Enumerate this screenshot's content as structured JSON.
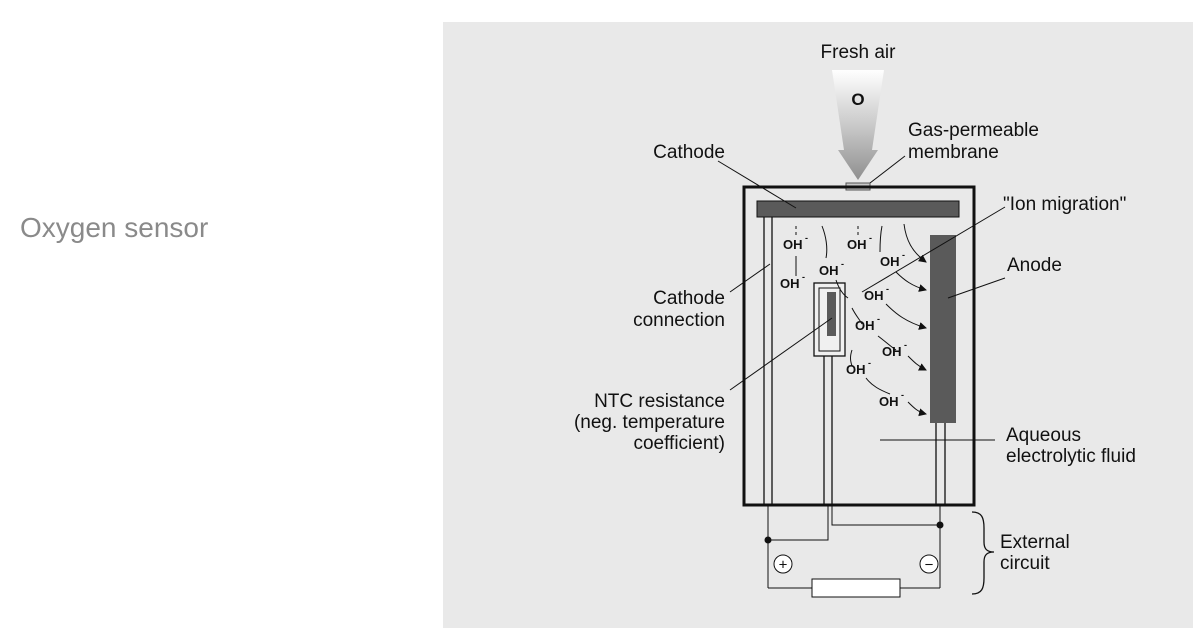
{
  "page": {
    "title": "Oxygen sensor"
  },
  "diagram": {
    "labels": {
      "fresh_air": "Fresh air",
      "oxygen_symbol": "O",
      "gas_membrane_1": "Gas-permeable",
      "gas_membrane_2": "membrane",
      "cathode": "Cathode",
      "ion_migration": "\"Ion migration\"",
      "anode": "Anode",
      "cathode_connection_1": "Cathode",
      "cathode_connection_2": "connection",
      "ntc_1": "NTC resistance",
      "ntc_2": "(neg. temperature",
      "ntc_3": "coefficient)",
      "aqueous_1": "Aqueous",
      "aqueous_2": "electrolytic fluid",
      "external_1": "External",
      "external_2": "circuit",
      "plus": "+",
      "minus": "−"
    },
    "ion_label": "OH",
    "ion_charge": "-",
    "colors": {
      "panel_bg": "#e9e9e9",
      "electrode": "#5a5a5a",
      "arrow_gray": "#9a9a9a",
      "title_gray": "#8a8a8a"
    }
  }
}
